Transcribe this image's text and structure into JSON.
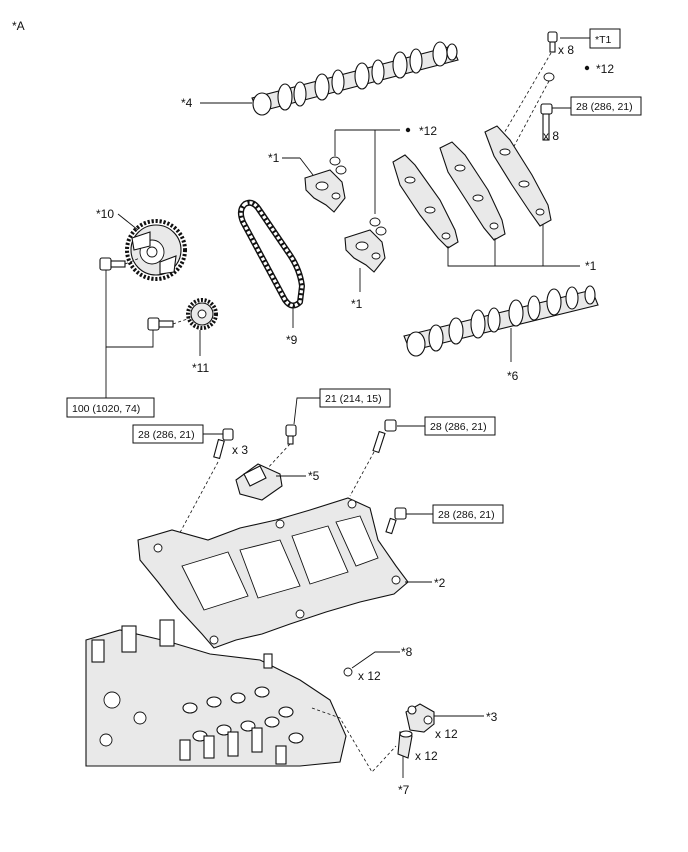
{
  "figure_label": "*A",
  "labels": {
    "p1_top": "*1",
    "p1_bottom": "*1",
    "p1_right": "*1",
    "p2": "*2",
    "p3": "*3",
    "p4": "*4",
    "p5": "*5",
    "p6": "*6",
    "p7": "*7",
    "p8": "*8",
    "p9": "*9",
    "p10": "*10",
    "p11": "*11",
    "p12_top": "*12",
    "p12_mid": "*12"
  },
  "quantities": {
    "t1_bolts": "x 8",
    "cap_bolts": "x 8",
    "housing_bolts": "x 3",
    "rings": "x 12",
    "rockers": "x 12",
    "adjusters": "x 12"
  },
  "torque": {
    "t1": "*T1",
    "cap_bolt": "28 (286, 21)",
    "sprocket_bolt": "100 (1020, 74)",
    "tensioner_bolt": "21 (214, 15)",
    "housing_left": "28 (286, 21)",
    "housing_right_top": "28 (286, 21)",
    "housing_right_mid": "28 (286, 21)"
  }
}
